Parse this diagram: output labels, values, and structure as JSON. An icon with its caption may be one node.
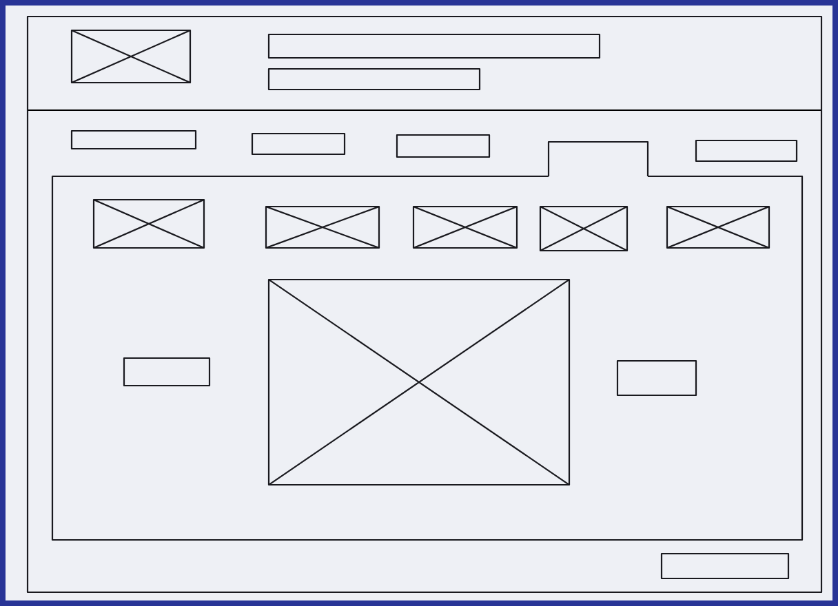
{
  "diagram": {
    "nodes": [
      {
        "text": [],
        "shape": "box"
      },
      {
        "text": [],
        "shape": "crossed-box",
        "in": 0
      },
      {
        "text": [],
        "shape": "box",
        "in": 0
      },
      {
        "text": [],
        "shape": "box",
        "in": 0
      },
      {
        "text": [],
        "shape": "box",
        "in": 0
      },
      {
        "text": [],
        "shape": "box",
        "in": 0
      },
      {
        "text": [],
        "shape": "box",
        "in": 0
      },
      {
        "text": [],
        "shape": "box",
        "in": 0
      },
      {
        "text": [],
        "shape": "box",
        "in": 0
      },
      {
        "text": [],
        "shape": "box",
        "in": 0
      },
      {
        "text": [],
        "shape": "crossed-box",
        "in": 9
      },
      {
        "text": [],
        "shape": "crossed-box",
        "in": 9
      },
      {
        "text": [],
        "shape": "crossed-box",
        "in": 9
      },
      {
        "text": [],
        "shape": "crossed-box",
        "in": 9
      },
      {
        "text": [],
        "shape": "crossed-box",
        "in": 9
      },
      {
        "text": [],
        "shape": "box",
        "in": 9
      },
      {
        "text": [],
        "shape": "crossed-box",
        "in": 9
      },
      {
        "text": [],
        "shape": "box",
        "in": 9
      },
      {
        "text": [],
        "shape": "box",
        "in": 0
      }
    ]
  }
}
